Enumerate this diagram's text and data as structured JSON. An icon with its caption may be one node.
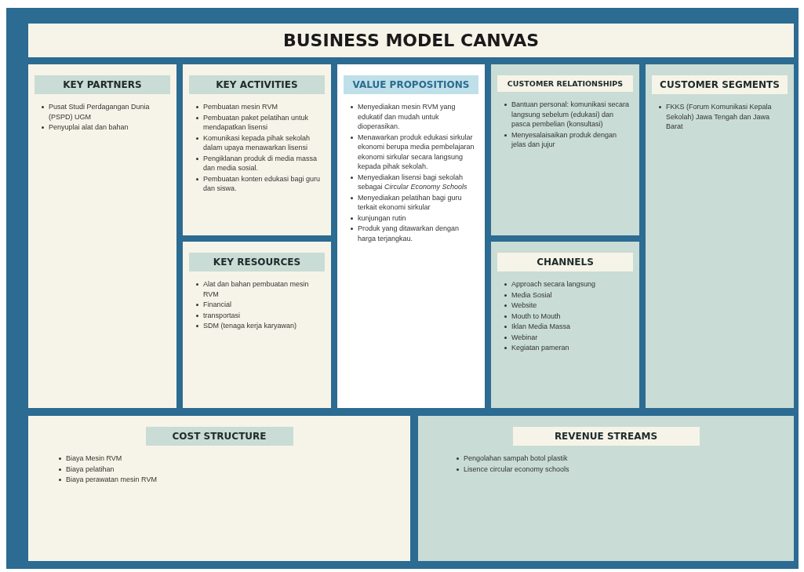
{
  "diagram": {
    "title": "BUSINESS MODEL CANVAS",
    "nodes": [
      {
        "text": [
          "KEY PARTNERS",
          "Pusat Studi Perdagangan Dunia (PSPD) UGM",
          "Penyuplai alat dan bahan"
        ]
      },
      {
        "text": [
          "KEY ACTIVITIES",
          "Pembuatan mesin RVM",
          "Pembuatan paket pelatihan untuk mendapatkan lisensi",
          "Komunikasi kepada pihak sekolah dalam upaya menawarkan lisensi",
          "Pengiklanan produk di media massa dan media sosial.",
          "Pembuatan konten edukasi bagi guru dan siswa."
        ]
      },
      {
        "text": [
          "KEY RESOURCES",
          "Alat dan bahan pembuatan mesin RVM",
          "Financial",
          "transportasi",
          "SDM (tenaga kerja karyawan)"
        ]
      },
      {
        "text": [
          "VALUE PROPOSITIONS",
          "Menyediakan mesin RVM yang edukatif dan mudah untuk dioperasikan.",
          "Menawarkan produk edukasi sirkular ekonomi berupa media pembelajaran ekonomi sirkular secara langsung kepada pihak sekolah.",
          "Menyediakan lisensi bagi sekolah sebagai *Circular Economy Schools*",
          "Menyediakan pelatihan bagi guru terkait ekonomi sirkular",
          "kunjungan rutin",
          "Produk yang ditawarkan dengan harga terjangkau."
        ]
      },
      {
        "text": [
          "CUSTOMER RELATIONSHIPS",
          "Bantuan personal: komunikasi secara langsung sebelum (edukasi) dan pasca pembelian (konsultasi)",
          "Menyesalaisaikan produk dengan jelas dan jujur"
        ]
      },
      {
        "text": [
          "CHANNELS",
          "Approach secara langsung",
          "Media Sosial",
          "Website",
          "Mouth to Mouth",
          "Iklan Media Massa",
          "Webinar",
          "Kegiatan pameran"
        ]
      },
      {
        "text": [
          "CUSTOMER SEGMENTS",
          "FKKS (Forum Komunikasi Kepala Sekolah) Jawa Tengah dan Jawa Barat"
        ]
      },
      {
        "text": [
          "COST STRUCTURE",
          "Biaya Mesin RVM",
          "Biaya pelatihan",
          "Biaya perawatan mesin RVM"
        ]
      },
      {
        "text": [
          "REVENUE STREAMS",
          "Pengolahan sampah botol plastik",
          "Lisence circular economy schools"
        ]
      }
    ]
  }
}
